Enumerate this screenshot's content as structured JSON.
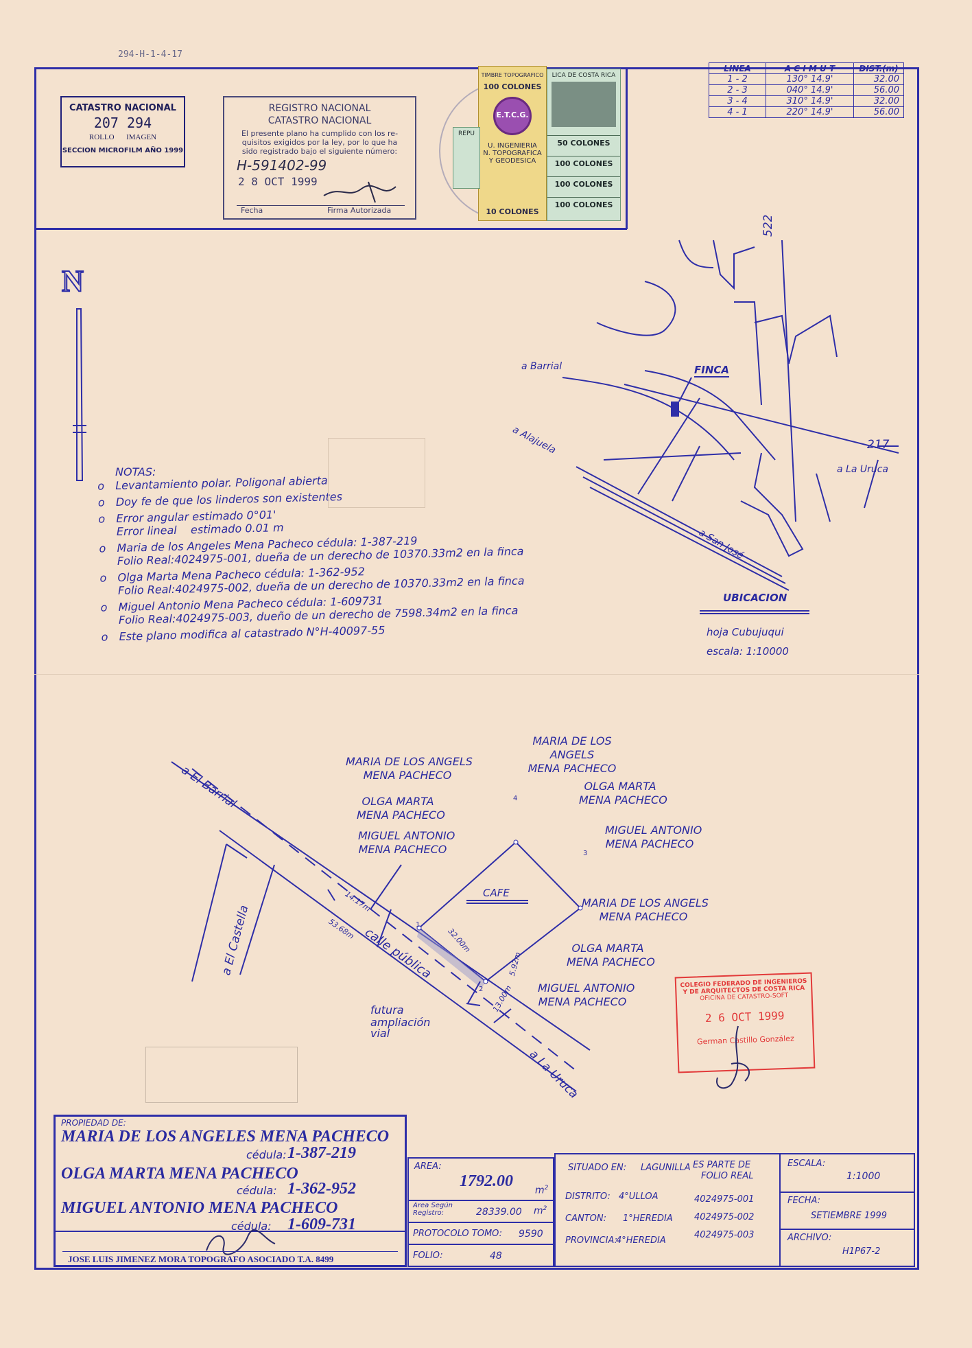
{
  "ref_code": "294-H-1-4-17",
  "catastro_stamp": {
    "line1": "CATASTRO NACIONAL",
    "number": "207 294",
    "line2a": "ROLLO",
    "line2b": "IMAGEN",
    "line3": "SECCION MICROFILM AÑO 1999"
  },
  "registro_stamp": {
    "title1": "REGISTRO NACIONAL",
    "title2": "CATASTRO NACIONAL",
    "body1": "El presente plano ha cumplido con los re-",
    "body2": "quisitos exigidos por la ley, por lo que ha",
    "body3": "sido registrado bajo el siguiente número:",
    "number": "H-591402-99",
    "date": "2 8 OCT 1999",
    "fecha_label": "Fecha",
    "firma_label": "Firma Autorizada"
  },
  "timbres": {
    "t1": "TIMBRE TOPOGRAFICO",
    "t2": "100 COLONES",
    "t3": "E.T.C.G.",
    "t4": "U. INGENIERIA",
    "t5": "N. TOPOGRAFICA",
    "t6": "Y GEODESICA",
    "t7": "10 COLONES",
    "s1": "LICA DE COSTA RICA",
    "s2": "50 COLONES",
    "s3": "100 COLONES",
    "s4": "100 COLONES",
    "s5": "100 COLONES",
    "s6": "REPU"
  },
  "acimut_table": {
    "headers": [
      "LINEA",
      "A C I M U T",
      "DIST.(m)"
    ],
    "rows": [
      [
        "1 - 2",
        "130° 14.9'",
        "32.00"
      ],
      [
        "2 - 3",
        "040° 14.9'",
        "56.00"
      ],
      [
        "3 - 4",
        "310° 14.9'",
        "32.00"
      ],
      [
        "4 - 1",
        "220° 14.9'",
        "56.00"
      ]
    ]
  },
  "north_label": "N",
  "notes": {
    "title": "NOTAS:",
    "items": [
      "Levantamiento polar. Poligonal abierta",
      "Doy fe de que los linderos son existentes",
      "Error angular estimado 0°01'",
      "Error lineal    estimado 0.01 m",
      "Maria de los Angeles Mena Pacheco cédula: 1-387-219",
      "Folio Real:4024975-001, dueña de un derecho de 10370.33m2 en la finca",
      "Olga Marta Mena Pacheco cédula: 1-362-952",
      "Folio Real:4024975-002, dueña de un derecho de 10370.33m2 en la finca",
      "Miguel Antonio Mena Pacheco cédula: 1-609731",
      "Folio Real:4024975-003, dueño de un derecho de 7598.34m2 en la finca",
      "Este plano modifica al catastrado N°H-40097-55"
    ]
  },
  "location_map": {
    "coord_x": "522",
    "coord_y": "217",
    "a_barrial": "a Barrial",
    "finca": "FINCA",
    "a_alajuela": "a Alajuela",
    "a_la_uruca": "a La Uruca",
    "a_san_jose": "a San José",
    "ubicacion": "UBICACION",
    "hoja": "hoja Cubujuqui",
    "escala": "escala:  1:10000"
  },
  "plan": {
    "a_el_barrial": "a El Barrial",
    "a_el_castella": "a El Castella",
    "calle_publica": "calle pública",
    "futura": "futura",
    "ampliacion": "ampliación",
    "vial": "vial",
    "a_la_uruca": "a La Uruca",
    "cafe": "CAFE",
    "dim_14": "14.17m",
    "dim_53": "53.68m",
    "dim_32": "32.00m",
    "dim_592": "5.92m",
    "dim_13": "13.00m",
    "p1": "1",
    "p2": "2",
    "p3": "3",
    "p4": "4",
    "n_top1a": "MARIA DE LOS ANGELS",
    "n_top1b": "MENA PACHECO",
    "n_top2a": "MARIA DE LOS ANGELS",
    "n_top2b": "MENA PACHECO",
    "n_left2a": "OLGA MARTA",
    "n_left2b": "MENA PACHECO",
    "n_left3a": "MIGUEL ANTONIO",
    "n_left3b": "MENA PACHECO",
    "n_r1a": "OLGA MARTA",
    "n_r1b": "MENA PACHECO",
    "n_r2a": "MIGUEL ANTONIO",
    "n_r2b": "MENA PACHECO",
    "n_r3a": "MARIA DE LOS ANGELS",
    "n_r3b": "MENA PACHECO",
    "n_r4a": "OLGA MARTA",
    "n_r4b": "MENA PACHECO",
    "n_r5a": "MIGUEL ANTONIO",
    "n_r5b": "MENA PACHECO"
  },
  "colegio_stamp": {
    "l1": "COLEGIO FEDERADO DE INGENIEROS",
    "l2": "Y DE ARQUITECTOS DE COSTA RICA",
    "l3": "OFICINA DE CATASTRO-SOFT",
    "date": "2 6 OCT 1999",
    "name": "German Castillo González"
  },
  "titleblock": {
    "propiedad_label": "PROPIEDAD DE:",
    "owner1": "MARIA DE LOS ANGELES MENA PACHECO",
    "ced1_label": "cédula:",
    "ced1": "1-387-219",
    "owner2": "OLGA MARTA MENA PACHECO",
    "ced2_label": "cédula:",
    "ced2": "1-362-952",
    "owner3": "MIGUEL ANTONIO MENA PACHECO",
    "ced3_label": "cédula:",
    "ced3": "1-609-731",
    "topografo": "JOSE LUIS JIMENEZ MORA TOPOGRAFO ASOCIADO T.A. 8499",
    "area_label": "AREA:",
    "area": "1792.00",
    "m2": "m",
    "area_reg_label1": "Area Según",
    "area_reg_label2": "Registro:",
    "area_reg": "28339.00",
    "protocolo_label": "PROTOCOLO TOMO:",
    "protocolo": "9590",
    "folio_label": "FOLIO:",
    "folio": "48",
    "situado_label": "SITUADO EN:",
    "situado": "LAGUNILLA",
    "es_parte1": "ES PARTE DE",
    "es_parte2": "FOLIO REAL",
    "distrito_label": "DISTRITO:",
    "distrito": "4°ULLOA",
    "canton_label": "CANTON:",
    "canton": "1°HEREDIA",
    "provincia_label": "PROVINCIA:",
    "provincia": "4°HEREDIA",
    "folio1": "4024975-001",
    "folio2": "4024975-002",
    "folio3": "4024975-003",
    "escala_label": "ESCALA:",
    "escala": "1:1000",
    "fecha_label": "FECHA:",
    "fecha": "SETIEMBRE 1999",
    "archivo_label": "ARCHIVO:",
    "archivo": "H1P67-2"
  }
}
